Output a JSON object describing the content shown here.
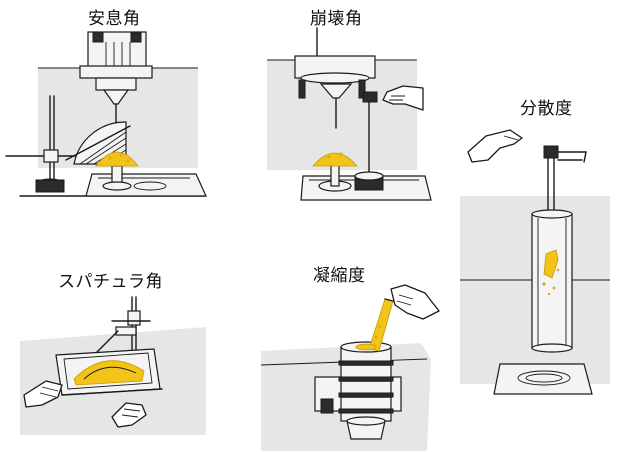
{
  "labels": {
    "angle_of_repose": "安息角",
    "angle_of_fall": "崩壊角",
    "dispersibility": "分散度",
    "angle_of_spatula": "スパチュラ角",
    "cohesion": "凝縮度"
  },
  "colors": {
    "powder": "#f2c318",
    "background_wall": "#e7e6e6",
    "ink": "#1a1a1a"
  }
}
